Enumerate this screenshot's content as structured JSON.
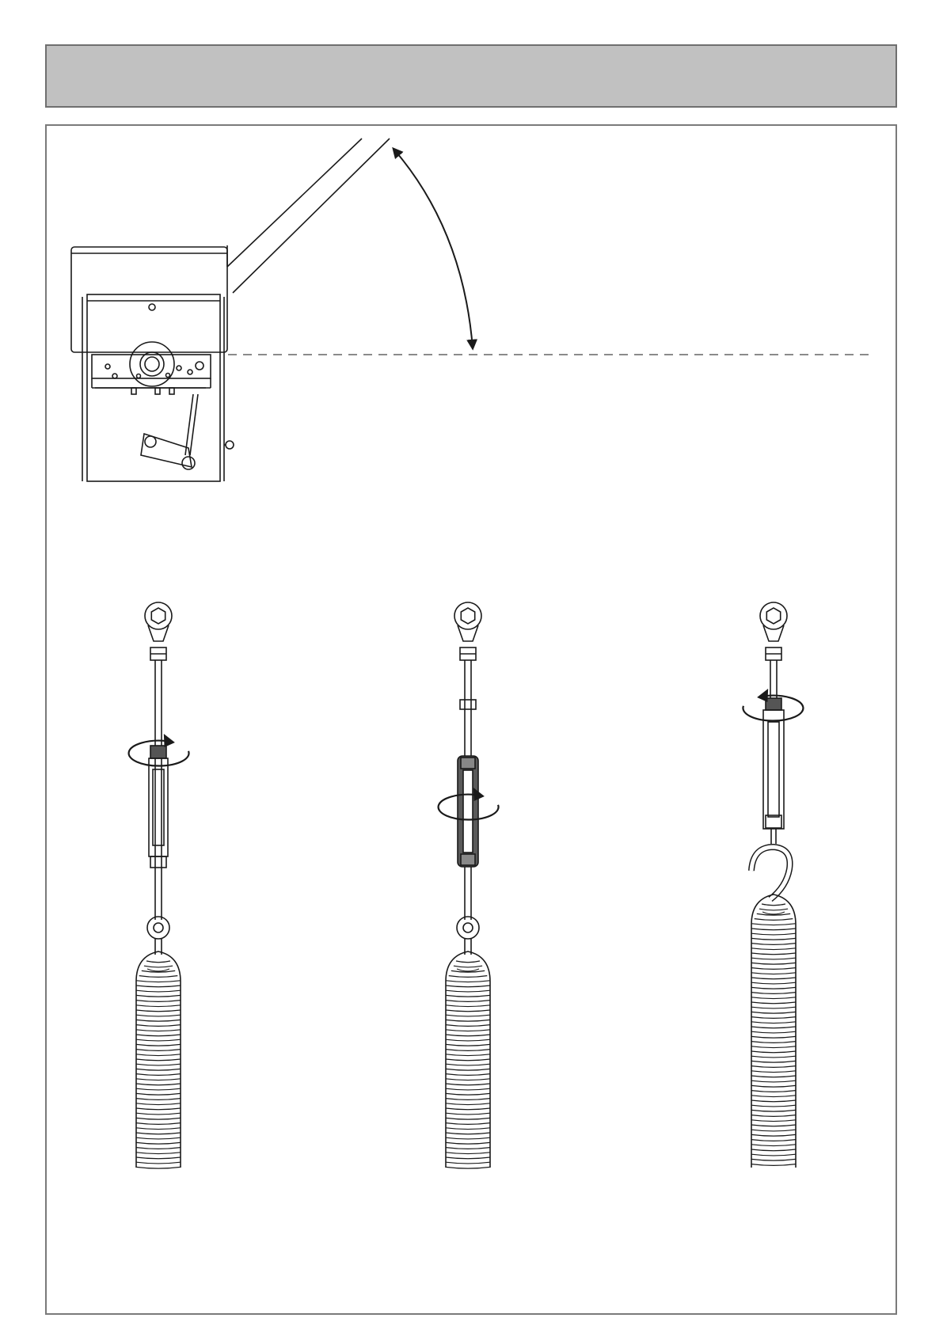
{
  "colors": {
    "header_fill": "#c1c1c1",
    "frame_border": "#7a7a7a",
    "line": "#1a1a1a",
    "turnbuckle_dark": "#5a5a5a",
    "nut_dark": "#555555",
    "background": "#ffffff"
  },
  "header": {
    "title": ""
  },
  "figure_top": {
    "icons": [
      "barrier-cabinet-icon",
      "boom-arm-icon",
      "rotation-angle-arrow-icon",
      "horizontal-reference-dashed-line"
    ]
  },
  "figure_steps": [
    {
      "name": "step-1",
      "highlight": "upper-nut",
      "rotation": "counter-clockwise",
      "hook": false
    },
    {
      "name": "step-2",
      "highlight": "turnbuckle-body",
      "rotation": "counter-clockwise",
      "hook": false
    },
    {
      "name": "step-3",
      "highlight": "upper-nut",
      "rotation": "clockwise",
      "hook": true
    }
  ]
}
